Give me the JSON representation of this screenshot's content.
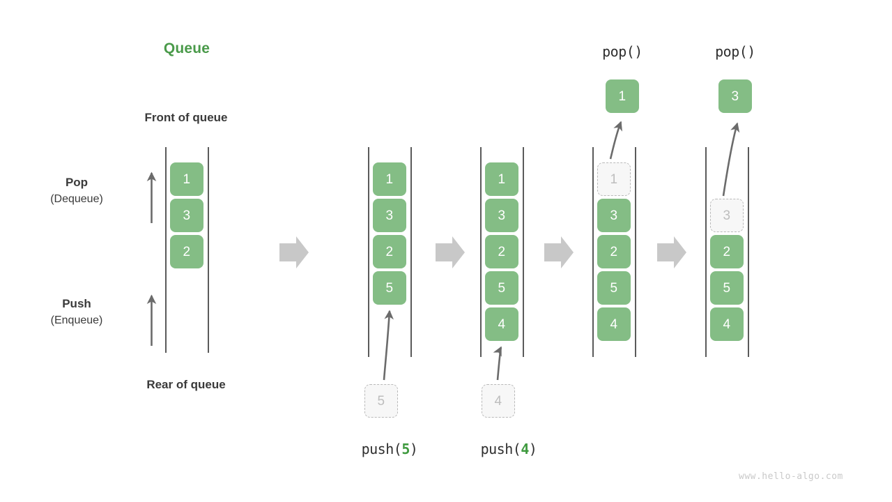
{
  "diagram": {
    "title": "Queue",
    "front_label": "Front of queue",
    "rear_label": "Rear of queue",
    "pop_op": {
      "main": "Pop",
      "sub": "(Dequeue)"
    },
    "push_op": {
      "main": "Push",
      "sub": "(Enqueue)"
    },
    "watermark": "www.hello-algo.com",
    "colors": {
      "accent_green": "#4a9a4a",
      "cell_green": "#84bd85",
      "cell_text": "#ffffff",
      "ghost_fill": "#f7f7f7",
      "ghost_border": "#b9b9b9",
      "ghost_text": "#bdbdbd",
      "rail": "#5a5a5a",
      "arrow_gray": "#c8c8c8",
      "curve_arrow": "#6b6b6b",
      "text": "#3a3a3a",
      "watermark": "#c9c9c9"
    }
  },
  "stages": [
    {
      "name": "initial",
      "caption": "",
      "caption_prefix": "",
      "caption_arg": "",
      "cells": [
        {
          "value": "1",
          "state": "filled"
        },
        {
          "value": "3",
          "state": "filled"
        },
        {
          "value": "2",
          "state": "filled"
        }
      ]
    },
    {
      "name": "push-5",
      "caption": "push(5)",
      "caption_prefix": "push(",
      "caption_arg": "5",
      "caption_suffix": ")",
      "incoming": "5",
      "cells": [
        {
          "value": "1",
          "state": "filled"
        },
        {
          "value": "3",
          "state": "filled"
        },
        {
          "value": "2",
          "state": "filled"
        },
        {
          "value": "5",
          "state": "filled"
        }
      ]
    },
    {
      "name": "push-4",
      "caption": "push(4)",
      "caption_prefix": "push(",
      "caption_arg": "4",
      "caption_suffix": ")",
      "incoming": "4",
      "cells": [
        {
          "value": "1",
          "state": "filled"
        },
        {
          "value": "3",
          "state": "filled"
        },
        {
          "value": "2",
          "state": "filled"
        },
        {
          "value": "5",
          "state": "filled"
        },
        {
          "value": "4",
          "state": "filled"
        }
      ]
    },
    {
      "name": "pop-1",
      "caption": "pop()",
      "popped": "1",
      "cells": [
        {
          "value": "1",
          "state": "ghost"
        },
        {
          "value": "3",
          "state": "filled"
        },
        {
          "value": "2",
          "state": "filled"
        },
        {
          "value": "5",
          "state": "filled"
        },
        {
          "value": "4",
          "state": "filled"
        }
      ]
    },
    {
      "name": "pop-3",
      "caption": "pop()",
      "popped": "3",
      "cells": [
        {
          "value": "3",
          "state": "ghost"
        },
        {
          "value": "2",
          "state": "filled"
        },
        {
          "value": "5",
          "state": "filled"
        },
        {
          "value": "4",
          "state": "filled"
        }
      ]
    }
  ]
}
